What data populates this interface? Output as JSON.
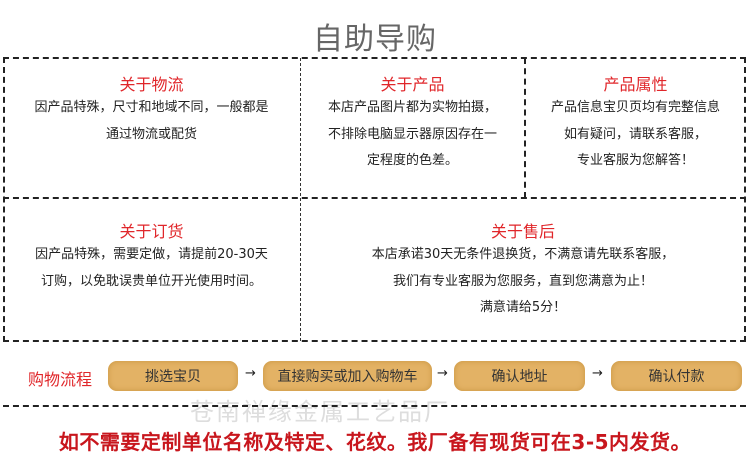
{
  "title": "自助导购",
  "cells": [
    {
      "title": "关于物流",
      "lines": [
        "因产品特殊，尺寸和地域不同，一般都是",
        "通过物流或配货"
      ]
    },
    {
      "title": "关于产品",
      "lines": [
        "本店产品图片都为实物拍摄，",
        "不排除电脑显示器原因存在一",
        "定程度的色差。"
      ]
    },
    {
      "title": "产品属性",
      "lines": [
        "产品信息宝贝页均有完整信息",
        "如有疑问，请联系客服，",
        "专业客服为您解答！"
      ]
    },
    {
      "title": "关于订货",
      "lines": [
        "因产品特殊，需要定做，请提前20-30天",
        "订购，以免耽误贵单位开光使用时间。"
      ]
    },
    {
      "title": "关于售后",
      "lines": [
        "本店承诺30天无条件退换货，不满意请先联系客服，",
        "我们有专业客服为您服务，直到您满意为止！",
        "满意请给5分！"
      ]
    }
  ],
  "flow": {
    "label": "购物流程",
    "arrow": "→",
    "steps": [
      "挑选宝贝",
      "直接购买或加入购物车",
      "确认地址",
      "确认付款"
    ]
  },
  "watermark": "苍南禅缘金属工艺品厂",
  "notice": "如不需要定制单位名称及特定、花纹。我厂备有现货可在3-5内发货。"
}
